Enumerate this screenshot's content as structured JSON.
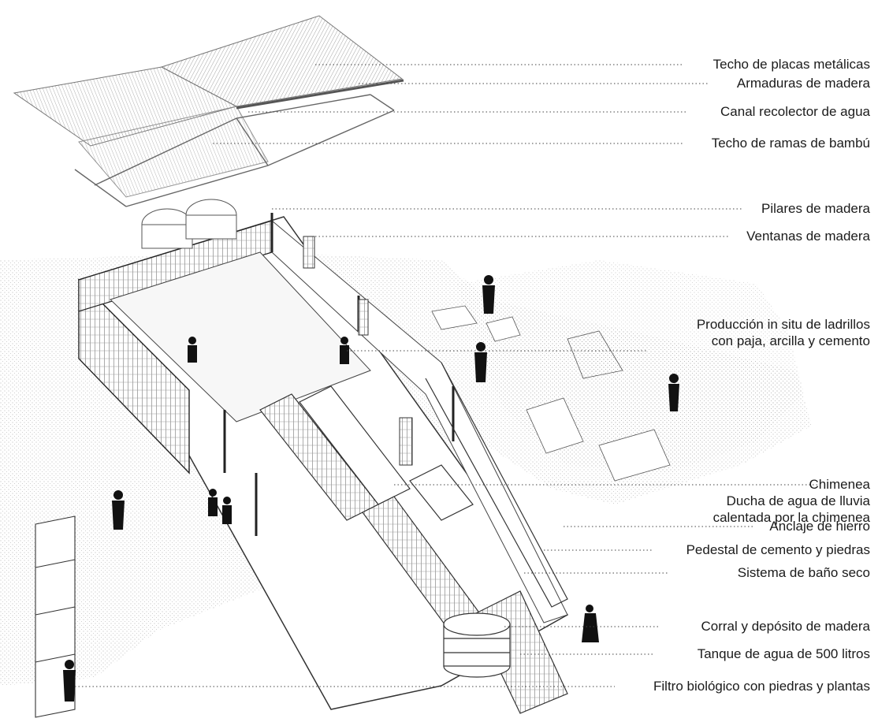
{
  "labels": [
    {
      "id": "roof-sheets",
      "lines": [
        "Techo de placas metálicas"
      ]
    },
    {
      "id": "trusses",
      "lines": [
        "Armaduras de madera"
      ]
    },
    {
      "id": "gutter",
      "lines": [
        "Canal recolector de agua"
      ]
    },
    {
      "id": "bamboo",
      "lines": [
        "Techo de ramas de bambú"
      ]
    },
    {
      "id": "pillars",
      "lines": [
        "Pilares de madera"
      ]
    },
    {
      "id": "windows",
      "lines": [
        "Ventanas de madera"
      ]
    },
    {
      "id": "bricks",
      "lines": [
        "Producción in situ de ladrillos",
        "con paja, arcilla y cemento"
      ]
    },
    {
      "id": "chimney",
      "lines": [
        "Chimenea",
        "Ducha de agua de lluvia",
        "calentada por la chimenea"
      ]
    },
    {
      "id": "anchor",
      "lines": [
        "Anclaje de hierro"
      ]
    },
    {
      "id": "pedestal",
      "lines": [
        "Pedestal de cemento y piedras"
      ]
    },
    {
      "id": "dry-toilet",
      "lines": [
        "Sistema de baño seco"
      ]
    },
    {
      "id": "corral",
      "lines": [
        "Corral y depósito de madera"
      ]
    },
    {
      "id": "tank",
      "lines": [
        "Tanque de agua de 500 litros"
      ]
    },
    {
      "id": "filter",
      "lines": [
        "Filtro biológico con piedras y plantas"
      ]
    }
  ]
}
